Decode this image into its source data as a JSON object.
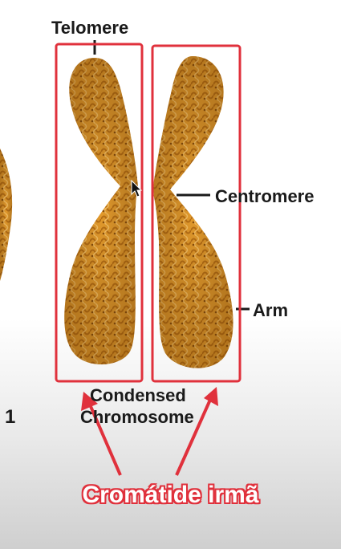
{
  "labels": {
    "telomere": "Telomere",
    "centromere": "Centromere",
    "arm": "Arm",
    "caption_line1": "Condensed",
    "caption_line2": "Chromosome",
    "figure_number": "1",
    "annotation": "Cromátide irmã"
  },
  "colors": {
    "chromatid_fill": "#e39a2c",
    "chromatid_shade": "#b86f15",
    "highlight_box": "#e0313c",
    "label_text": "#1a1a1a"
  },
  "icons": {
    "cursor": "mouse-pointer-icon"
  }
}
